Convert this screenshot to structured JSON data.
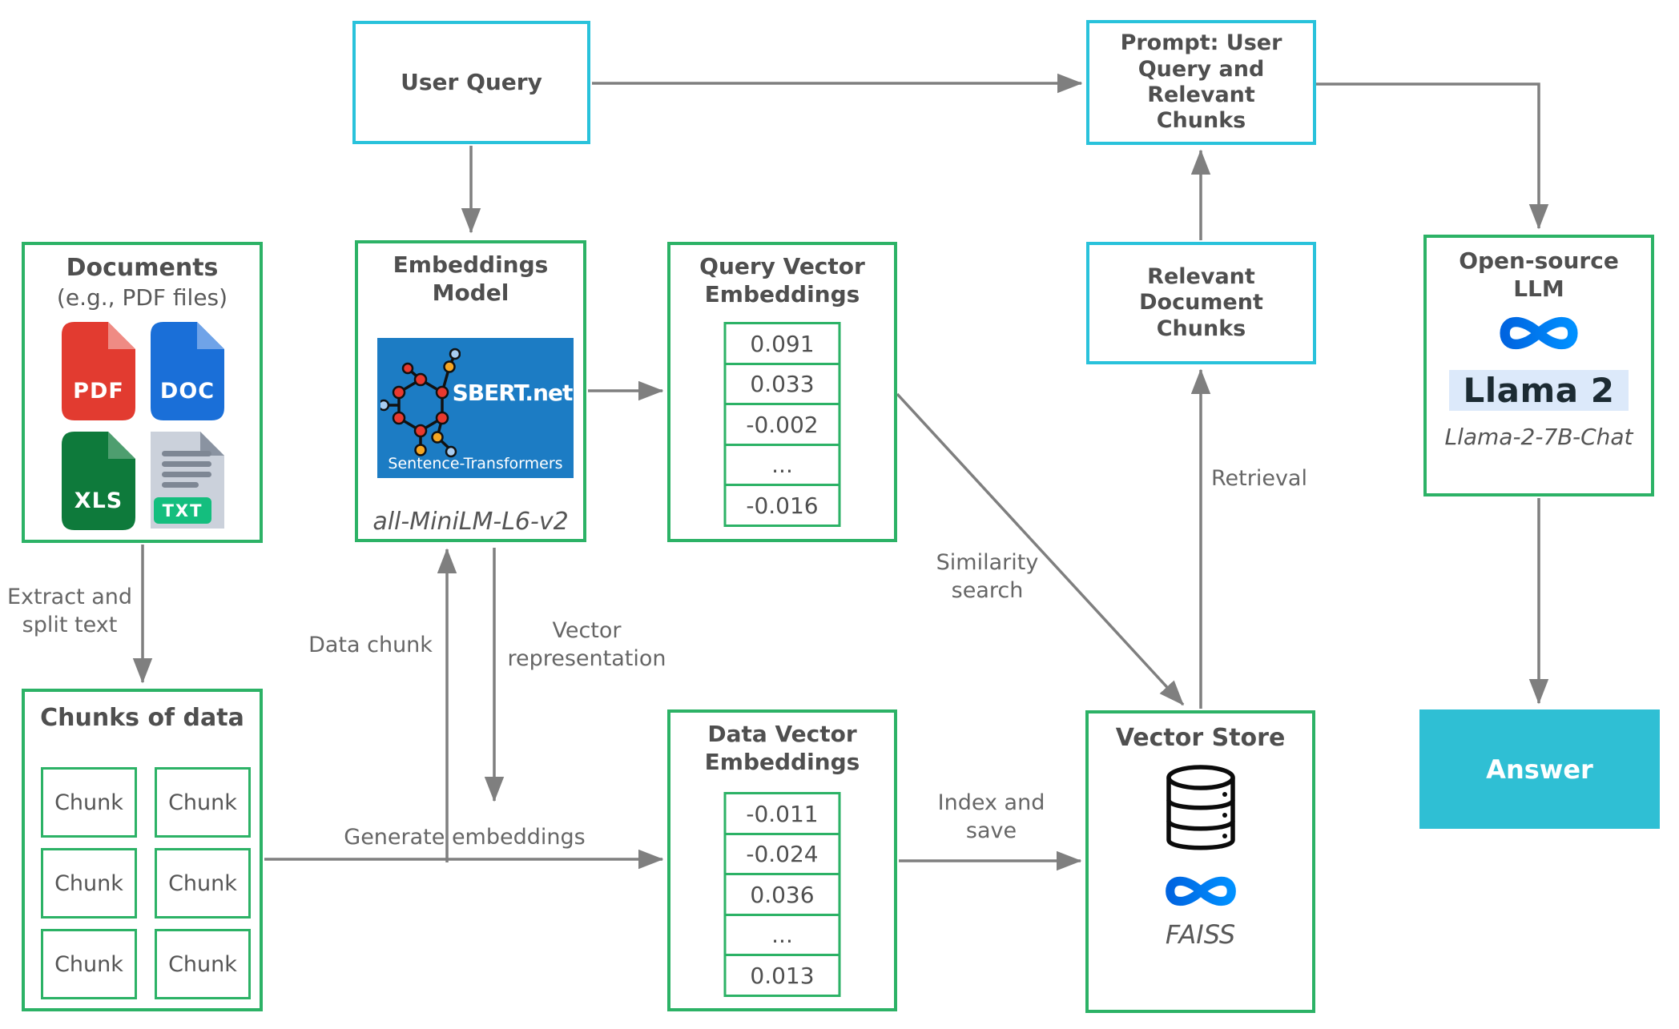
{
  "diagram": {
    "user_query": {
      "title": "User Query"
    },
    "prompt": {
      "title": "Prompt: User\nQuery and\nRelevant\nChunks"
    },
    "documents": {
      "title": "Documents",
      "subtitle": "(e.g., PDF files)",
      "pdf": "PDF",
      "doc": "DOC",
      "xls": "XLS",
      "txt": "TXT"
    },
    "embeddings_model": {
      "title": "Embeddings\nModel",
      "sbert_brand": "SBERT.net",
      "sbert_caption": "Sentence-Transformers",
      "model_name": "all-MiniLM-L6-v2"
    },
    "query_vector": {
      "title": "Query Vector\nEmbeddings",
      "values": [
        "0.091",
        "0.033",
        "-0.002",
        "...",
        "-0.016"
      ]
    },
    "relevant_chunks": {
      "title": "Relevant\nDocument\nChunks"
    },
    "open_source_llm": {
      "title": "Open-source\nLLM",
      "product": "Llama 2",
      "model_name": "Llama-2-7B-Chat"
    },
    "chunks_of_data": {
      "title": "Chunks of data",
      "chunks": [
        "Chunk",
        "Chunk",
        "Chunk",
        "Chunk",
        "Chunk",
        "Chunk"
      ]
    },
    "data_vector": {
      "title": "Data Vector\nEmbeddings",
      "values": [
        "-0.011",
        "-0.024",
        "0.036",
        "...",
        "0.013"
      ]
    },
    "vector_store": {
      "title": "Vector Store",
      "engine": "FAISS"
    },
    "answer": {
      "title": "Answer"
    }
  },
  "labels": {
    "extract_split": "Extract and\nsplit text",
    "data_chunk": "Data chunk",
    "vector_representation": "Vector\nrepresentation",
    "generate_embeddings": "Generate embeddings",
    "index_save": "Index and\nsave",
    "similarity_search": "Similarity\nsearch",
    "retrieval": "Retrieval"
  },
  "colors": {
    "box_green": "#2CB266",
    "box_cyan": "#29C2DB",
    "answer_fill": "#2FBFD4",
    "arrow_gray": "#7F7F7F",
    "title_text": "#4F4F4F",
    "label_text": "#666666",
    "pdf_red": "#E23B30",
    "doc_blue": "#1A6FD8",
    "xls_green": "#0E7A3B",
    "txt_gray": "#CBD1DB",
    "txt_badge_green": "#14BE7E",
    "sbert_blue": "#1C7CC4",
    "meta_blue_start": "#0064E0",
    "meta_blue_end": "#0090FF",
    "llama_text": "#1C2B33",
    "llama_highlight": "#DCE9FA"
  }
}
